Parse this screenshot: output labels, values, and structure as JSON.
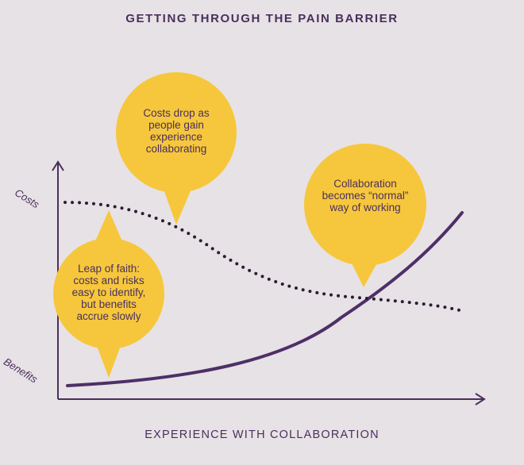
{
  "title": "GETTING THROUGH THE PAIN BARRIER",
  "x_axis_label": "EXPERIENCE WITH COLLABORATION",
  "y_labels": {
    "costs": "Costs",
    "benefits": "Benefits"
  },
  "colors": {
    "background": "#e7e2e5",
    "text": "#4a2f5e",
    "benefits_curve": "#4e2f68",
    "costs_curve": "#2a1d33",
    "bubble": "#f6c73c",
    "axis": "#4a2f5e"
  },
  "callouts": [
    {
      "lines": [
        "Leap of faith:",
        "costs and risks",
        "easy to identify,",
        "but benefits",
        "accrue slowly"
      ]
    },
    {
      "lines": [
        "Costs drop as",
        "people gain",
        "experience",
        "collaborating"
      ]
    },
    {
      "lines": [
        "Collaboration",
        "becomes “normal”",
        "way of working"
      ]
    }
  ]
}
